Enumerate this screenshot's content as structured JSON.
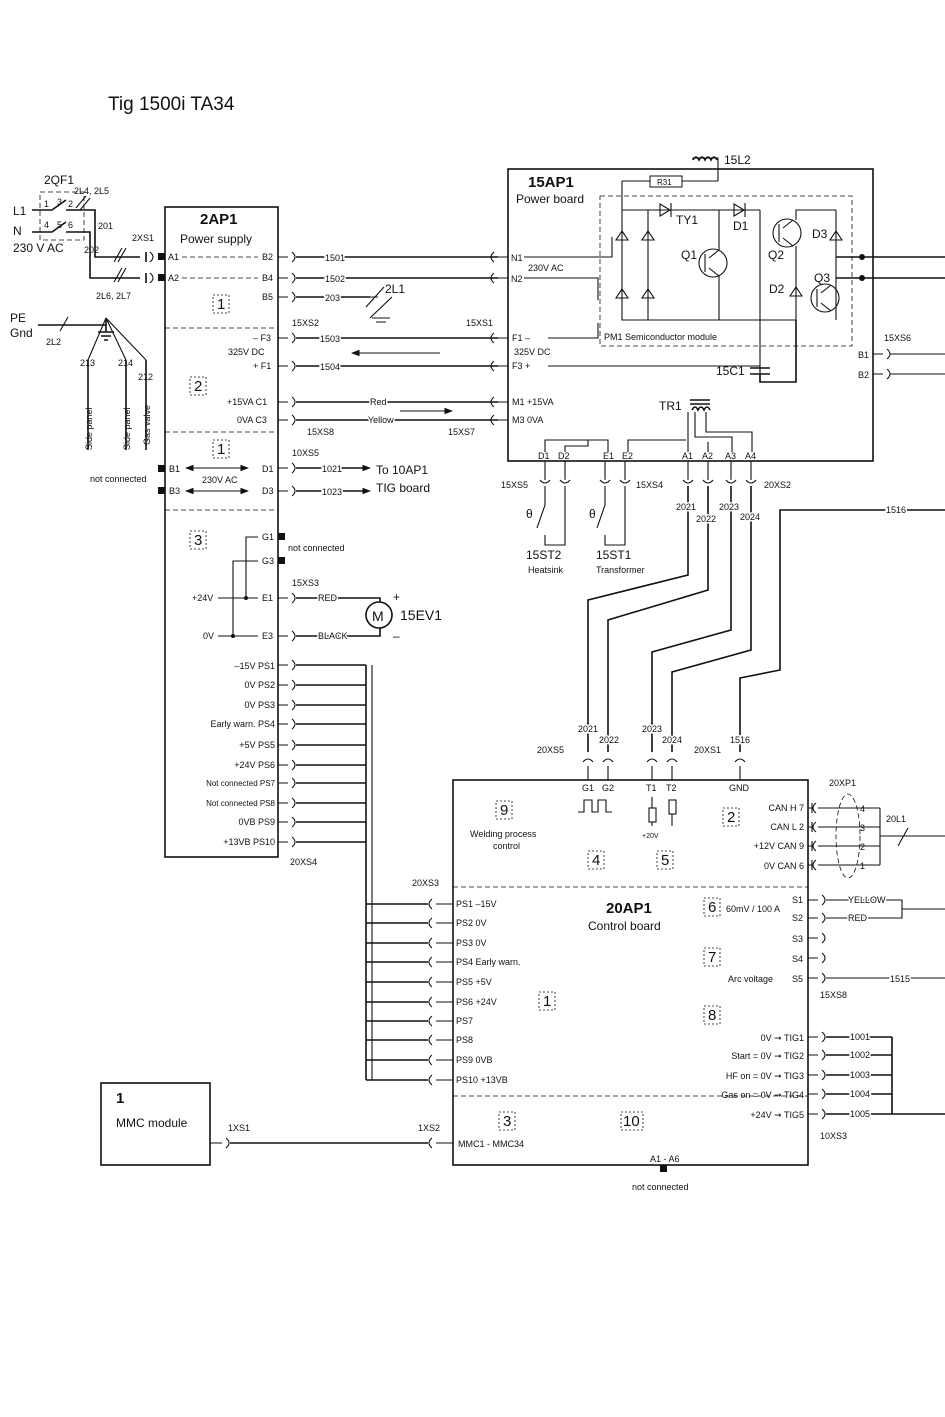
{
  "title": "Tig 1500i  TA34",
  "mains": {
    "breaker": "2QF1",
    "l1": "L1",
    "n": "N",
    "voltage": "230 V AC",
    "pins": [
      "1",
      "2",
      "3",
      "4",
      "5",
      "6"
    ],
    "wire_2l4": "2L4, 2L5",
    "wire_201": "201",
    "wire_202": "202",
    "wire_2l6": "2L6, 2L7",
    "plug": "2XS1"
  },
  "earth": {
    "pe": "PE",
    "gnd": "Gnd",
    "wire": "2L2",
    "wires": [
      "213",
      "214",
      "212"
    ],
    "destinations": [
      "Side panel",
      "Side panel",
      "Gas valve"
    ]
  },
  "power_supply": {
    "id": "2AP1",
    "name": "Power supply",
    "sections": [
      "1",
      "2",
      "1",
      "3"
    ],
    "pins": {
      "a1": "A1",
      "a2": "A2",
      "b2": "B2",
      "b4": "B4",
      "b5": "B5",
      "f3": "– F3",
      "f1": "+ F1",
      "c1": "+15VA C1",
      "c3": "0VA C3",
      "b1": "B1",
      "b3": "B3",
      "d1": "D1",
      "d3": "D3",
      "g1": "G1",
      "g3": "G3",
      "e1": "E1",
      "e3": "E3"
    },
    "vdc": "325V DC",
    "vac": "230V AC",
    "not_connected": "not connected",
    "p24": "+24V",
    "p0": "0V",
    "ps_pins": [
      "–15V  PS1",
      "0V  PS2",
      "0V  PS3",
      "Early warn.  PS4",
      "+5V  PS5",
      "+24V  PS6",
      "Not connected  PS7",
      "Not connected  PS8",
      "0VB  PS9",
      "+13VB PS10"
    ],
    "plug": "20XS4"
  },
  "wires_top": {
    "w1501": "1501",
    "w1502": "1502",
    "w203": "203",
    "w2l1": "2L1",
    "w1503": "1503",
    "w1504": "1504",
    "red": "Red",
    "yellow": "Yellow",
    "xs2": "15XS2",
    "xs1": "15XS1",
    "xs8": "15XS8",
    "xs7": "15XS7",
    "xs5_10": "10XS5",
    "w1021": "1021",
    "w1023": "1023",
    "to_board": "To 10AP1",
    "tig_board": "TIG board",
    "xs3_15": "15XS3",
    "red_m": "RED",
    "black_m": "BLACK",
    "plus": "+",
    "minus": "–",
    "motor": "M",
    "fan": "15EV1"
  },
  "power_board": {
    "id": "15AP1",
    "name": "Power board",
    "n1": "N1",
    "n2": "N2",
    "vac": "230V AC",
    "f1": "F1  –",
    "vdc": "325V DC",
    "f3": "F3  +",
    "m1": "M1   +15VA",
    "m3": "M3   0VA",
    "r31": "R31",
    "l2": "15L2",
    "ty1": "TY1",
    "d1": "D1",
    "q1": "Q1",
    "q2": "Q2",
    "q3": "Q3",
    "d2": "D2",
    "d3": "D3",
    "module": "PM1  Semiconductor module",
    "cap": "15C1",
    "tr": "TR1",
    "bottom_pins": [
      "D1",
      "D2",
      "E1",
      "E2",
      "A1",
      "A2",
      "A3",
      "A4"
    ],
    "xs6": "15XS6",
    "b1": "B1",
    "b2": "B2"
  },
  "sensors": {
    "xs5": "15XS5",
    "xs4": "15XS4",
    "xs2_20": "20XS2",
    "st2": "15ST2",
    "st2_desc": "Heatsink",
    "st1": "15ST1",
    "st1_desc": "Transformer",
    "theta": "θ",
    "w2021": "2021",
    "w2022": "2022",
    "w2023": "2023",
    "w2024": "2024",
    "w1516": "1516"
  },
  "control_board": {
    "id": "20AP1",
    "name": "Control board",
    "xs5": "20XS5",
    "xs1": "20XS1",
    "gnd": "GND",
    "w1516": "1516",
    "top_pins": [
      "G1",
      "G2",
      "T1",
      "T2"
    ],
    "sections": [
      "9",
      "2",
      "4",
      "5",
      "6",
      "7",
      "1",
      "8",
      "3",
      "10"
    ],
    "welding": "Welding process",
    "control": "control",
    "p20v": "+20V",
    "can": [
      "CAN H  7",
      "CAN L  2",
      "+12V CAN  9",
      "0V CAN  6"
    ],
    "xp1": "20XP1",
    "can_wires": [
      "4",
      "3",
      "2",
      "1"
    ],
    "l1": "20L1",
    "xs3": "20XS3",
    "ps_left": [
      "PS1  –15V",
      "PS2  0V",
      "PS3  0V",
      "PS4  Early warn.",
      "PS5  +5V",
      "PS6  +24V",
      "PS7",
      "PS8",
      "PS9  0VB",
      "PS10  +13VB"
    ],
    "shunt": "60mV / 100 A",
    "s1": "S1",
    "s2": "S2",
    "s3": "S3",
    "s4": "S4",
    "s5": "S5",
    "yellow": "YELLOW",
    "red": "RED",
    "arc": "Arc voltage",
    "w1515": "1515",
    "xs8": "15XS8",
    "tig": [
      "0V ➞ TIG1",
      "Start = 0V ➞ TIG2",
      "HF on = 0V ➞ TIG3",
      "Gas on = 0V ➞ TIG4",
      "+24V ➞ TIG5"
    ],
    "tig_wires": [
      "1001",
      "1002",
      "1003",
      "1004",
      "1005"
    ],
    "xs3_10": "10XS3",
    "mmc": "MMC1 - MMC34",
    "a1a6": "A1 - A6",
    "not_connected": "not connected"
  },
  "mmc_module": {
    "num": "1",
    "name": "MMC module",
    "xs1": "1XS1",
    "xs2": "1XS2"
  }
}
